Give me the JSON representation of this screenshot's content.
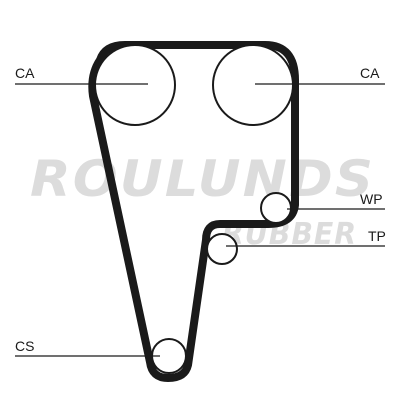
{
  "diagram": {
    "labels": {
      "camshaft_left": "CA",
      "camshaft_right": "CA",
      "water_pump": "WP",
      "tensioner": "TP",
      "crankshaft": "CS"
    },
    "watermark": {
      "brand": "ROULUNDS",
      "sub": "RUBBER"
    },
    "colors": {
      "belt": "#1a1a1a",
      "pulley_stroke": "#1a1a1a",
      "leader_line": "#1a1a1a",
      "watermark": "#d9d9d9"
    }
  }
}
